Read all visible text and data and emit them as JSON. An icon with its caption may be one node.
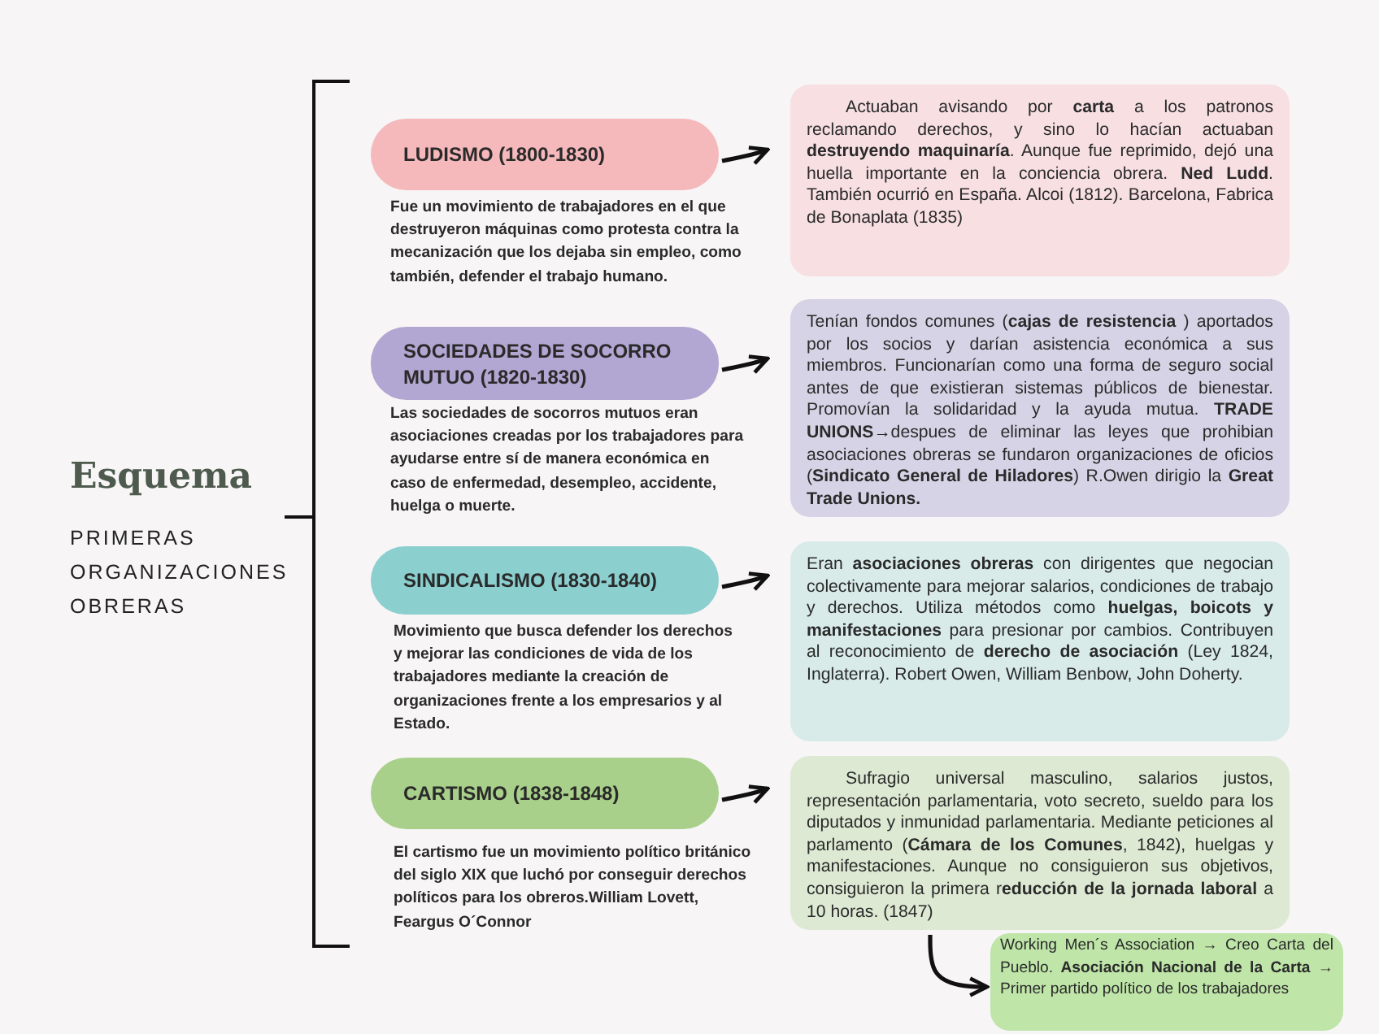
{
  "diagram": {
    "title": "Esquema",
    "nodes": [
      {
        "text": [
          "LUDISMO (1800-1830)"
        ],
        "beside": [
          "Fue un movimiento de trabajadores en el que destruyeron máquinas como protesta contra la mecanización que los dejaba sin empleo, como también, defender el trabajo humano."
        ]
      },
      {
        "text": [
          "Actuaban avisando por **carta** a los patronos reclamando derechos, y sino lo hacían actuaban **destruyendo maquinaría**. Aunque fue reprimido, dejó una huella importante en la conciencia obrera. **Ned Ludd**. También ocurrió en España. Alcoi (1812). Barcelona, Fabrica de Bonaplata (1835)"
        ]
      },
      {
        "text": [
          "SOCIEDADES DE SOCORRO MUTUO (1820-1830)"
        ],
        "beside": [
          "Las sociedades de socorros mutuos eran asociaciones creadas por los trabajadores para ayudarse entre sí de manera económica en caso de enfermedad, desempleo, accidente, huelga o muerte."
        ]
      },
      {
        "text": [
          "Tenían fondos comunes (**cajas de resistencia** ) aportados por los socios y darían asistencia económica a sus miembros. Funcionarían como una forma de seguro social antes de que existieran sistemas públicos de bienestar. Promovían la solidaridad y la ayuda mutua. **TRADE UNIONS→**despues de eliminar las leyes que prohibian asociaciones obreras se fundaron organizaciones de oficios (**Sindicato General de Hiladores**) R.Owen dirigio la **Great Trade Unions.**"
        ]
      },
      {
        "text": [
          "SINDICALISMO (1830-1840)"
        ],
        "beside": [
          "Movimiento que busca defender los derechos y mejorar las condiciones de vida de los trabajadores mediante la creación de organizaciones frente a los empresarios y al Estado."
        ]
      },
      {
        "text": [
          "Eran **asociaciones obreras** con dirigentes que negocian colectivamente para mejorar salarios, condiciones de trabajo y derechos. Utiliza métodos como **huelgas, boicots y manifestaciones** para presionar por cambios. Contribuyen al reconocimiento de **derecho de asociación** (Ley 1824, Inglaterra). Robert Owen, William Benbow, John Doherty."
        ]
      },
      {
        "text": [
          "CARTISMO (1838-1848)"
        ],
        "beside": [
          "El cartismo fue un movimiento político británico del siglo XIX que luchó por conseguir derechos políticos para los obreros.William Lovett, Feargus O´Connor"
        ]
      },
      {
        "text": [
          "Sufragio universal masculino, salarios justos, representación parlamentaria, voto secreto, sueldo para los diputados y inmunidad parlamentaria. Mediante peticiones al parlamento (**Cámara de los Comunes**, 1842), huelgas y manifestaciones. Aunque no consiguieron sus objetivos, consiguieron la primera r**educción de la jornada laboral** a 10 horas. (1847)"
        ]
      },
      {
        "text": [
          "Working Men´s Association → Creo Carta del Pueblo. **Asociación Nacional de la Carta** → Primer partido político de los trabajadores"
        ]
      }
    ],
    "edges": [
      {
        "from": 0,
        "to": 1,
        "arrow": "to"
      },
      {
        "from": 2,
        "to": 3,
        "arrow": "to"
      },
      {
        "from": 4,
        "to": 5,
        "arrow": "to"
      },
      {
        "from": 6,
        "to": 7,
        "arrow": "to"
      },
      {
        "from": 7,
        "to": 8,
        "arrow": "to"
      }
    ],
    "labels": [
      "PRIMERAS ORGANIZACIONES OBRERAS"
    ]
  }
}
